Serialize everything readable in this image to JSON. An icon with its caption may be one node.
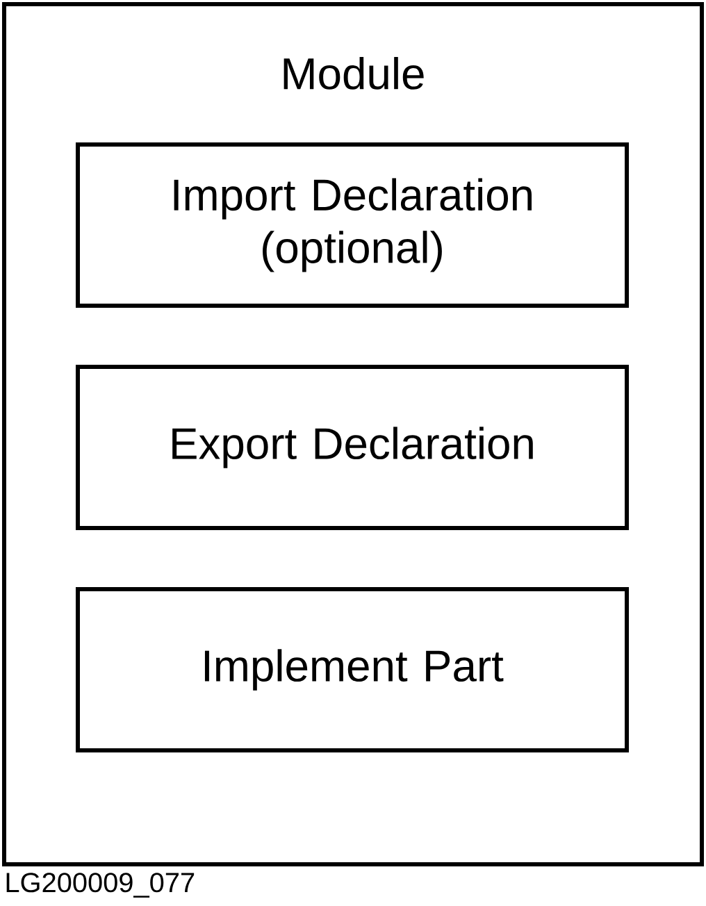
{
  "diagram": {
    "nodes": [
      {
        "text": [
          "Module"
        ]
      },
      {
        "text": [
          "Import Declaration (optional)"
        ],
        "in": 0
      },
      {
        "text": [
          "Export Declaration"
        ],
        "in": 0
      },
      {
        "text": [
          "Implement Part"
        ],
        "in": 0
      }
    ],
    "labels": [
      "LG200009_077"
    ]
  }
}
